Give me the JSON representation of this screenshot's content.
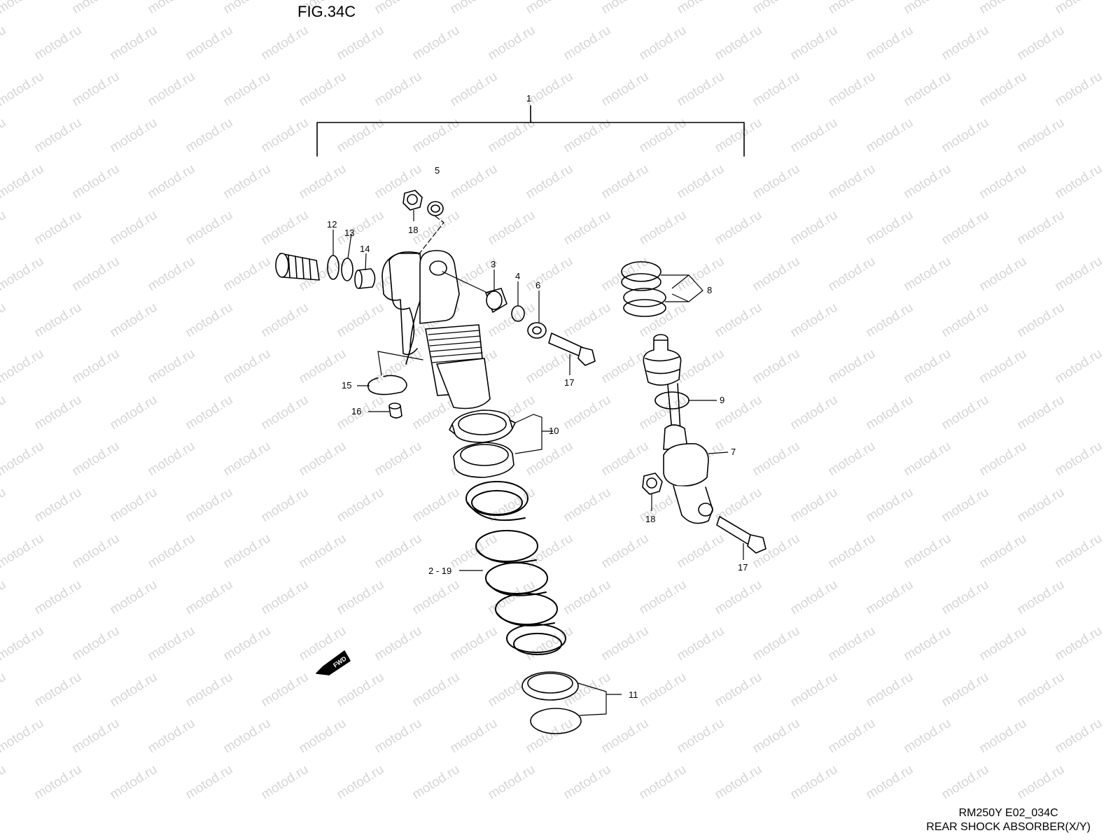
{
  "figure": {
    "title": "FIG.34C",
    "code": "RM250Y E02_034C",
    "caption": "REAR SHOCK ABSORBER(X/Y)"
  },
  "watermark": "motod.ru",
  "direction_badge": "FWD",
  "callouts": {
    "c1": "1",
    "c2_19": "2 - 19",
    "c3": "3",
    "c4": "4",
    "c5": "5",
    "c6": "6",
    "c7": "7",
    "c8": "8",
    "c9": "9",
    "c10": "10",
    "c11": "11",
    "c12": "12",
    "c13": "13",
    "c14": "14",
    "c15": "15",
    "c16": "16",
    "c17a": "17",
    "c17b": "17",
    "c18a": "18",
    "c18b": "18"
  },
  "colors": {
    "line": "#000000",
    "watermark": "#d6d6d6",
    "background": "#ffffff"
  }
}
